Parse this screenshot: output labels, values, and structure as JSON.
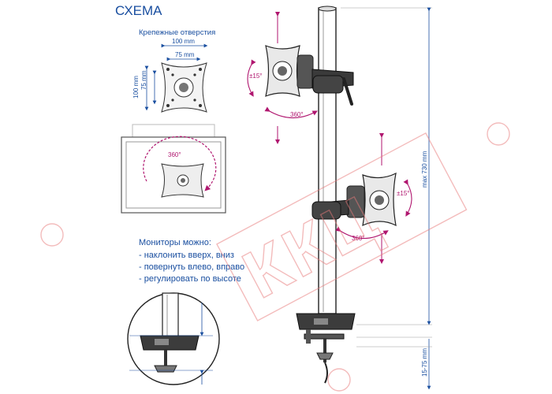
{
  "title": "СХЕМА",
  "mount_holes_label": "Крепежные отверстия",
  "dims": {
    "outer": "100 mm",
    "inner": "75 mm",
    "side_outer": "100 mm",
    "side_inner": "75 mm"
  },
  "rotation": {
    "tilt": "±15°",
    "swivel": "360°",
    "rotate": "360°"
  },
  "pole_height": "max 730 mm",
  "clamp_range": "15-75 mm",
  "features": {
    "heading": "Мониторы можно:",
    "items": [
      "- наклонить вверх, вниз",
      "- повернуть влево, вправо",
      "- регулировать по высоте"
    ]
  },
  "watermark": "ККЦ",
  "colors": {
    "label_blue": "#1a4fa0",
    "arrow_magenta": "#b0166f",
    "line": "#333333",
    "watermark_red": "#e87a7a"
  }
}
